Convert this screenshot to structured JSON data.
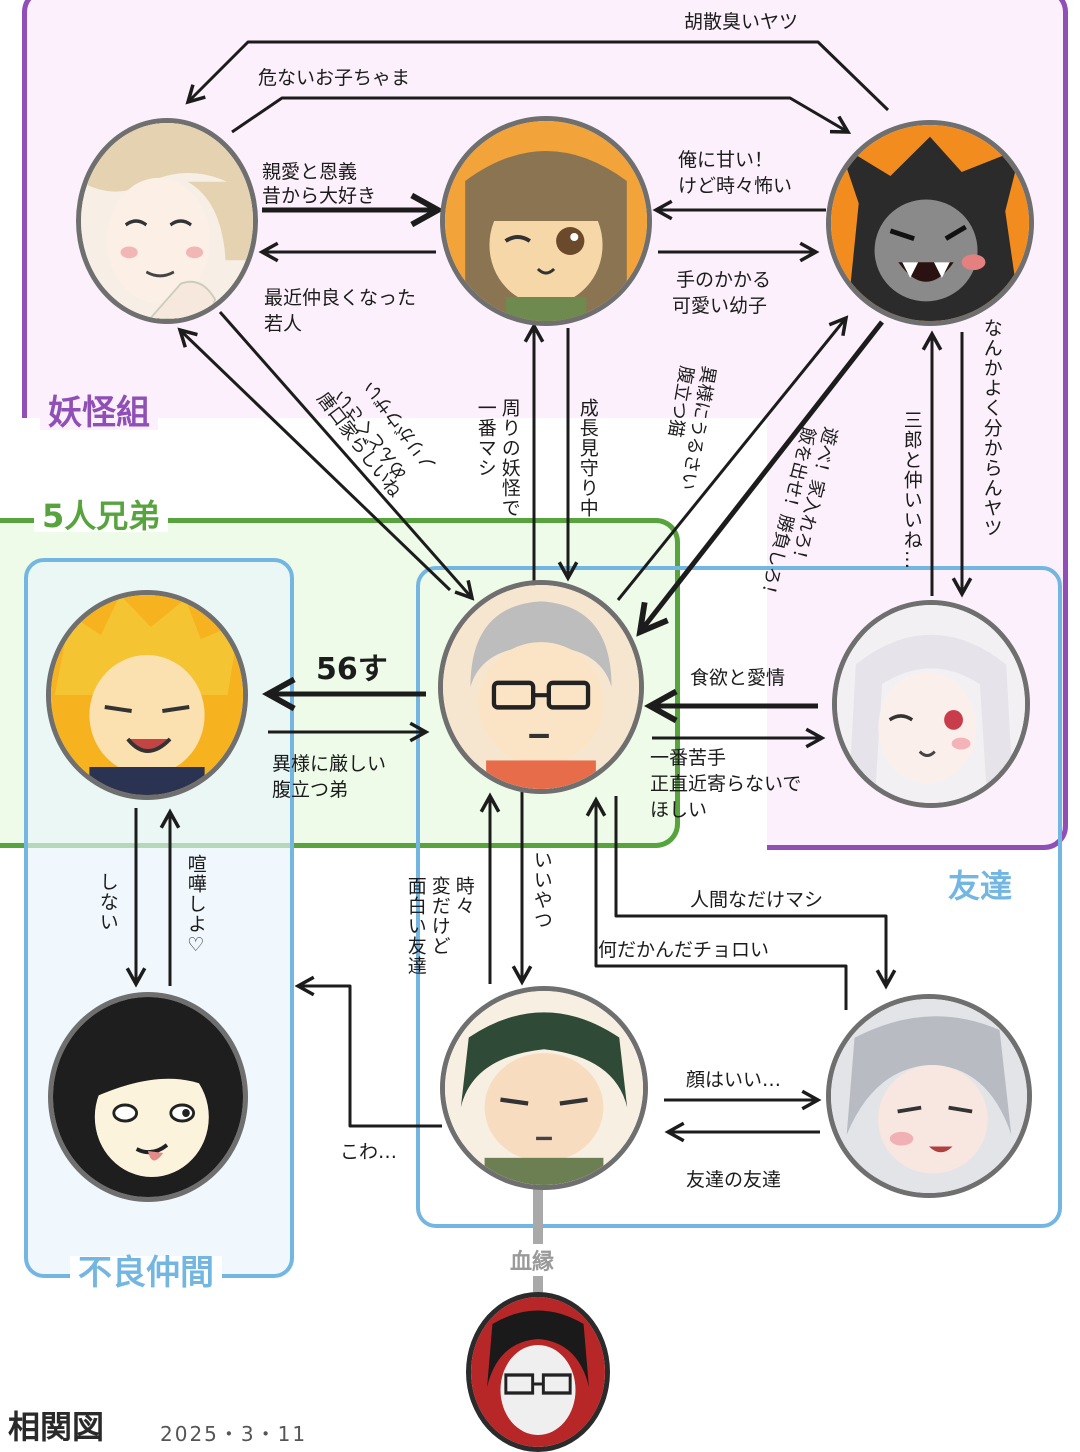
{
  "groups": {
    "youkai": "妖怪組",
    "brothers": "5人兄弟",
    "friends": "友達",
    "delinquents": "不良仲間"
  },
  "edges": {
    "top1": "胡散臭いヤツ",
    "top2": "危ないお子ちゃま",
    "a_b_1": "親愛と恩義",
    "a_b_2": "昔から大好き",
    "b_a_1": "最近仲良くなった",
    "b_a_2": "若人",
    "c_b_1": "俺に甘い！",
    "c_b_2": "けど時々怖い",
    "b_c_1": "手のかかる",
    "b_c_2": "可愛い幼子",
    "e_a_1": "ノリがウザい",
    "e_a_2": "めんどくさい",
    "a_e_1": "唐口家らしいね",
    "b_e_1": "周りの妖怪で",
    "b_e_2": "一番マシ",
    "e_b_1": "成長見守り中",
    "c_e_1": "異様にうるさい",
    "c_e_2": "腹立つ猫",
    "e_c_1": "遊べ！家入れろ！",
    "e_c_2": "飯を出せ！勝負しろ！",
    "c_f_1": "三郎と仲いいね…",
    "f_c_1": "なんかよく分からんヤツ",
    "d_e_label": "56す",
    "e_d_1": "異様に厳しい",
    "e_d_2": "腹立つ弟",
    "f_e_1": "食欲と愛情",
    "e_f_1": "一番苦手",
    "e_f_2": "正直近寄らないで",
    "e_f_3": "ほしい",
    "d_h": "しない",
    "h_d": "喧嘩しよ♡",
    "e_i_1": "いいやつ",
    "i_e_1": "時々",
    "i_e_2": "変だけど",
    "i_e_3": "面白い友達",
    "e_g": "人間なだけマシ",
    "g_e": "何だかんだチョロい",
    "i_h": "こわ…",
    "i_g": "顔はいい…",
    "g_i": "友達の友達",
    "blood": "血縁"
  },
  "footer": {
    "title": "相関図",
    "date": "2025・3・11"
  }
}
